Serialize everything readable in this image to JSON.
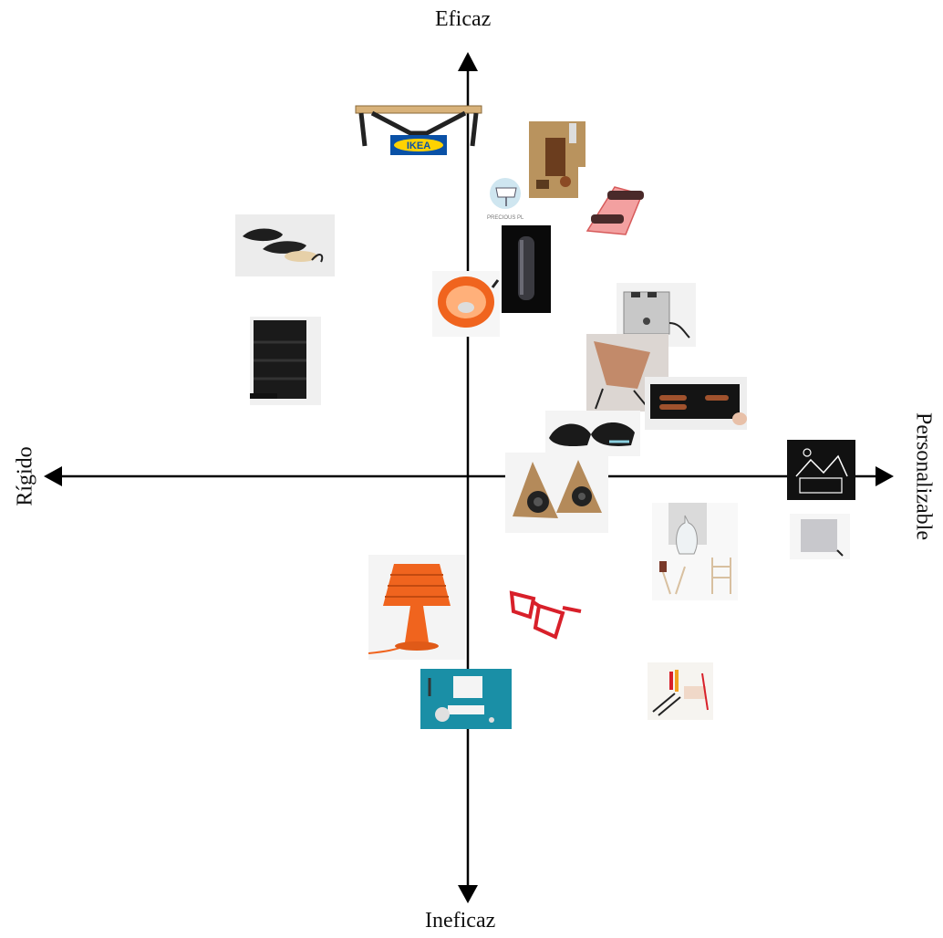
{
  "axes": {
    "top": "Eficaz",
    "bottom": "Ineficaz",
    "left": "Rígido",
    "right": "Personalizable"
  },
  "products": [
    {
      "name": "ikea-table",
      "logo_text": "IKEA"
    },
    {
      "name": "precious-plastic-machine",
      "caption": "PRECIOUS PL"
    },
    {
      "name": "wood-tool-kit"
    },
    {
      "name": "pink-laser-cut-device"
    },
    {
      "name": "black-shoes-and-insole"
    },
    {
      "name": "black-cylinder"
    },
    {
      "name": "orange-colander"
    },
    {
      "name": "black-woven-vest"
    },
    {
      "name": "metal-toaster"
    },
    {
      "name": "copper-folding-chair"
    },
    {
      "name": "knife-case"
    },
    {
      "name": "black-slippers"
    },
    {
      "name": "cardboard-speakers"
    },
    {
      "name": "chalkboard-drawing"
    },
    {
      "name": "glass-lamp-and-furniture"
    },
    {
      "name": "white-cube-box"
    },
    {
      "name": "orange-coil-lamp"
    },
    {
      "name": "red-glasses"
    },
    {
      "name": "teal-parts-kit"
    },
    {
      "name": "craft-materials"
    }
  ],
  "colors": {
    "axis": "#000000",
    "ikea_blue": "#0a51a6",
    "ikea_yellow": "#ffd200",
    "orange": "#f0641e",
    "red": "#d8202a",
    "teal": "#1a8fa6"
  }
}
